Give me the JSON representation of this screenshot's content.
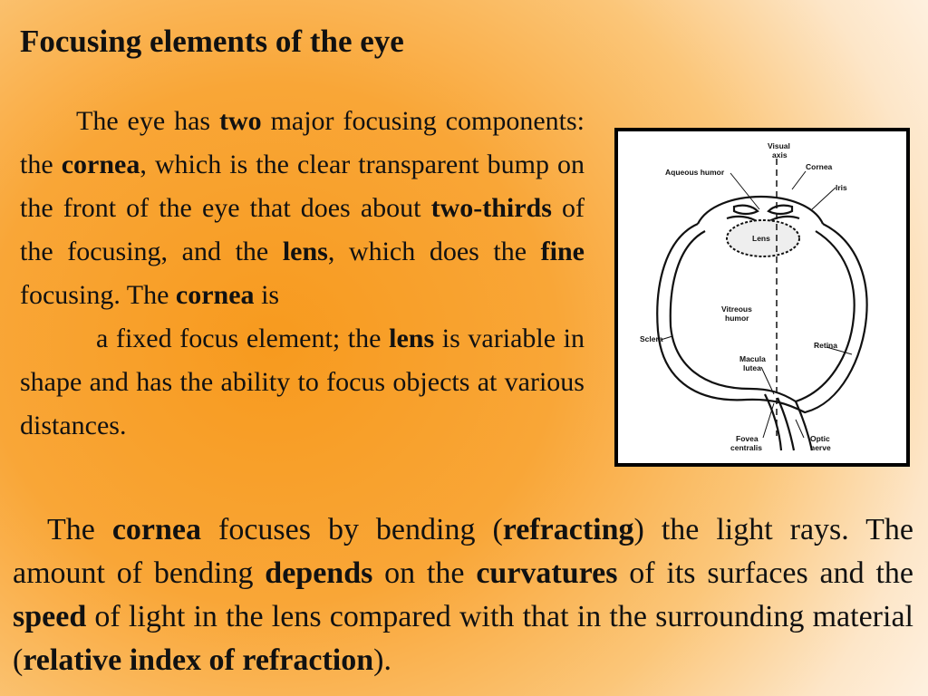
{
  "title": "Focusing elements of the eye",
  "para1": {
    "s1": "The eye has ",
    "b1": "two",
    "s2": " major focusing components: the ",
    "b2": "cornea",
    "s3": ", which is the clear transparent bump on the front of the eye that does about ",
    "b3": "two-thirds",
    "s4": " of the focusing, and the ",
    "b4": "lens",
    "s5": ", which does the ",
    "b5": "fine",
    "s6": " focusing. The ",
    "b6": "cornea",
    "s7": " is",
    "s8": "a fixed focus element; the ",
    "b7": "lens",
    "s9": " is variable in shape and has the ability to focus objects at various distances."
  },
  "para2": {
    "s1": "The ",
    "b1": "cornea",
    "s2": " focuses by bending (",
    "b2": "refracting",
    "s3": ") the light rays. The amount of bending ",
    "b3": "depends",
    "s4": " on the ",
    "b4": "curvatures",
    "s5": " of its surfaces and the ",
    "b5": "speed",
    "s6": " of light in the lens compared with that in the surrounding material (",
    "b6": "relative index of refraction",
    "s7": ")."
  },
  "figure": {
    "labels": {
      "visual_axis_1": "Visual",
      "visual_axis_2": "axis",
      "cornea": "Cornea",
      "aqueous_humor": "Aqueous humor",
      "iris": "Iris",
      "lens": "Lens",
      "vitreous_humor_1": "Vitreous",
      "vitreous_humor_2": "humor",
      "sclera": "Sclera",
      "retina": "Retina",
      "macula_lutea_1": "Macula",
      "macula_lutea_2": "lutea",
      "fovea_centralis_1": "Fovea",
      "fovea_centralis_2": "centralis",
      "optic_nerve_1": "Optic",
      "optic_nerve_2": "nerve"
    }
  }
}
